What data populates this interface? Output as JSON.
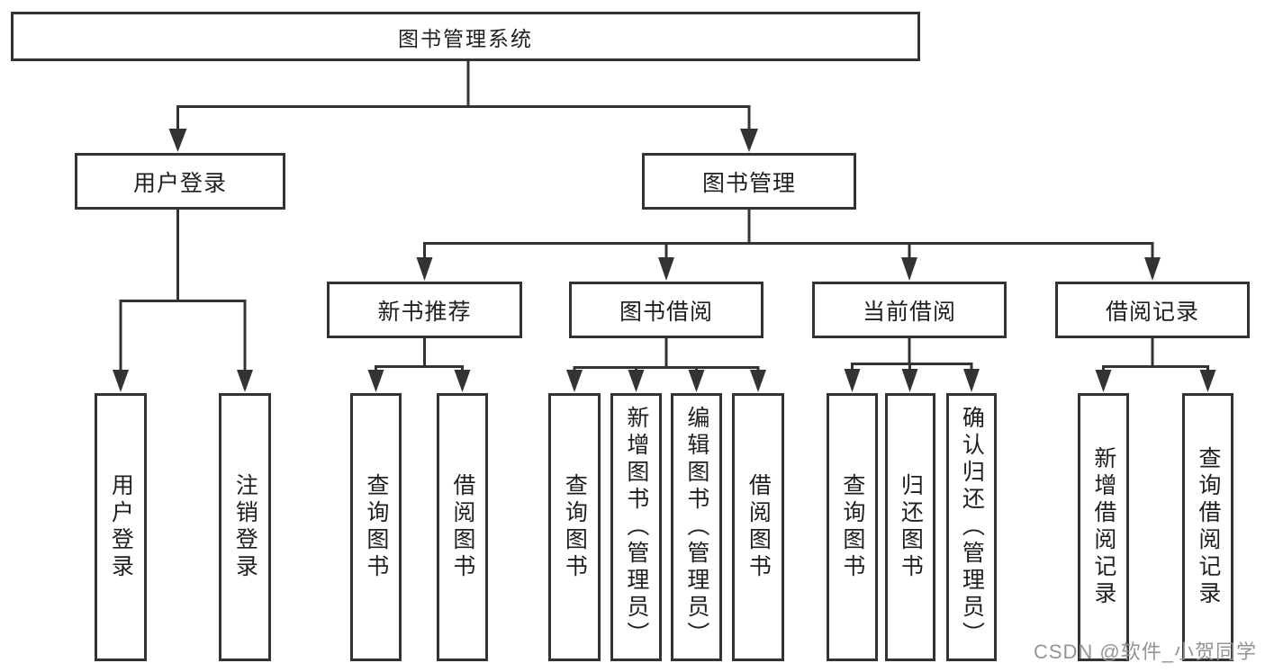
{
  "root": {
    "label": "图书管理系统"
  },
  "branches": [
    {
      "label": "用户登录",
      "children": [
        {
          "label": "用户登录"
        },
        {
          "label": "注销登录"
        }
      ]
    },
    {
      "label": "图书管理",
      "children": [
        {
          "label": "新书推荐",
          "children": [
            {
              "label": "查询图书"
            },
            {
              "label": "借阅图书"
            }
          ]
        },
        {
          "label": "图书借阅",
          "children": [
            {
              "label": "查询图书"
            },
            {
              "label": "新增图书（管理员）"
            },
            {
              "label": "编辑图书（管理员）"
            },
            {
              "label": "借阅图书"
            }
          ]
        },
        {
          "label": "当前借阅",
          "children": [
            {
              "label": "查询图书"
            },
            {
              "label": "归还图书"
            },
            {
              "label": "确认归还（管理员）"
            }
          ]
        },
        {
          "label": "借阅记录",
          "children": [
            {
              "label": "新增借阅记录"
            },
            {
              "label": "查询借阅记录"
            }
          ]
        }
      ]
    }
  ],
  "watermark": "CSDN @软件_小贺同学",
  "colors": {
    "line": "#333333",
    "box_border": "#333333",
    "text": "#1f1f1f",
    "background": "#ffffff",
    "watermark": "#949494"
  }
}
